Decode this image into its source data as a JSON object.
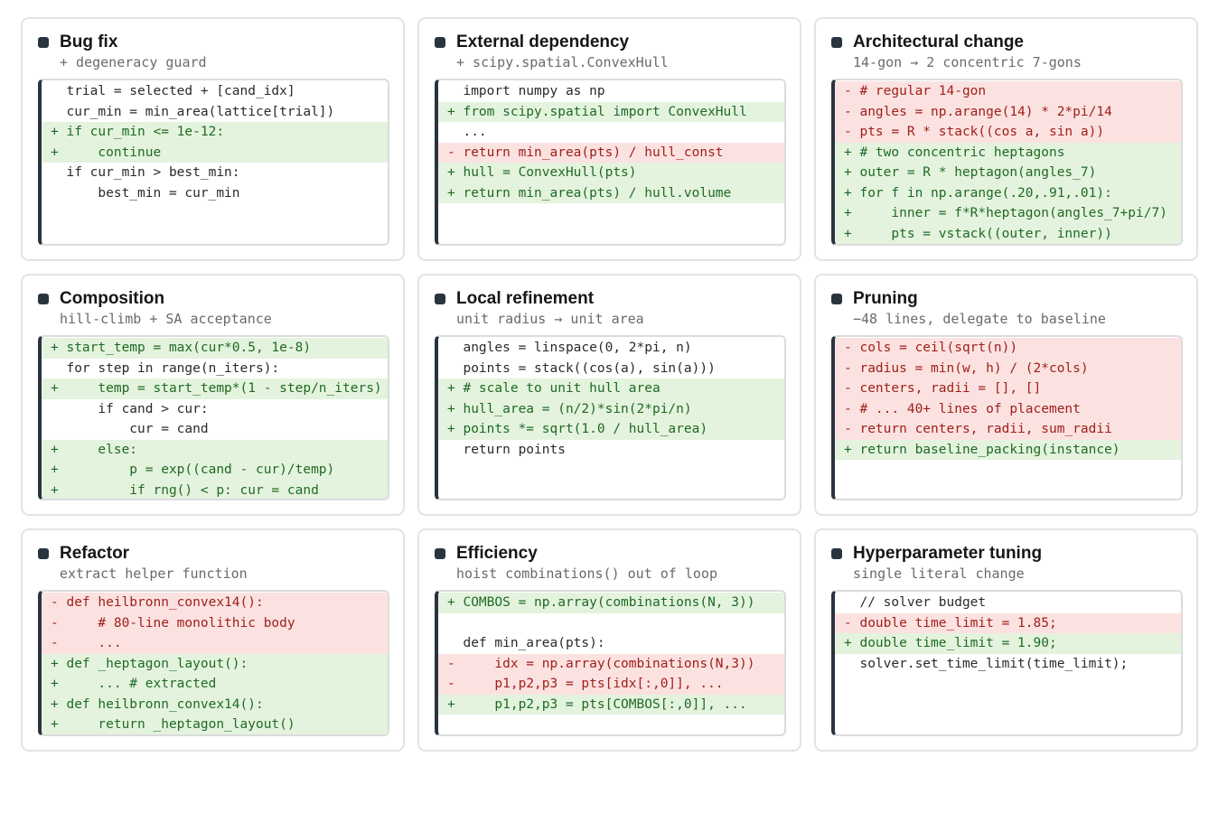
{
  "cards": [
    {
      "title": "Bug fix",
      "subtitle": "+ degeneracy guard",
      "lines": [
        {
          "t": "ctx",
          "text": "  trial = selected + [cand_idx]"
        },
        {
          "t": "ctx",
          "text": "  cur_min = min_area(lattice[trial])"
        },
        {
          "t": "add",
          "text": "+ if cur_min <= 1e-12:"
        },
        {
          "t": "add",
          "text": "+     continue"
        },
        {
          "t": "ctx",
          "text": "  if cur_min > best_min:"
        },
        {
          "t": "ctx",
          "text": "      best_min = cur_min"
        }
      ]
    },
    {
      "title": "External dependency",
      "subtitle": "+ scipy.spatial.ConvexHull",
      "lines": [
        {
          "t": "ctx",
          "text": "  import numpy as np"
        },
        {
          "t": "add",
          "text": "+ from scipy.spatial import ConvexHull"
        },
        {
          "t": "ctx",
          "text": "  ..."
        },
        {
          "t": "del",
          "text": "- return min_area(pts) / hull_const"
        },
        {
          "t": "add",
          "text": "+ hull = ConvexHull(pts)"
        },
        {
          "t": "add",
          "text": "+ return min_area(pts) / hull.volume"
        }
      ]
    },
    {
      "title": "Architectural change",
      "subtitle": "14-gon → 2 concentric 7-gons",
      "lines": [
        {
          "t": "del",
          "text": "- # regular 14-gon"
        },
        {
          "t": "del",
          "text": "- angles = np.arange(14) * 2*pi/14"
        },
        {
          "t": "del",
          "text": "- pts = R * stack((cos a, sin a))"
        },
        {
          "t": "add",
          "text": "+ # two concentric heptagons"
        },
        {
          "t": "add",
          "text": "+ outer = R * heptagon(angles_7)"
        },
        {
          "t": "add",
          "text": "+ for f in np.arange(.20,.91,.01):"
        },
        {
          "t": "add",
          "text": "+     inner = f*R*heptagon(angles_7+pi/7)"
        },
        {
          "t": "add",
          "text": "+     pts = vstack((outer, inner))"
        }
      ]
    },
    {
      "title": "Composition",
      "subtitle": "hill-climb + SA acceptance",
      "lines": [
        {
          "t": "add",
          "text": "+ start_temp = max(cur*0.5, 1e-8)"
        },
        {
          "t": "ctx",
          "text": "  for step in range(n_iters):"
        },
        {
          "t": "add",
          "text": "+     temp = start_temp*(1 - step/n_iters)"
        },
        {
          "t": "ctx",
          "text": "      if cand > cur:"
        },
        {
          "t": "ctx",
          "text": "          cur = cand"
        },
        {
          "t": "add",
          "text": "+     else:"
        },
        {
          "t": "add",
          "text": "+         p = exp((cand - cur)/temp)"
        },
        {
          "t": "add",
          "text": "+         if rng() < p: cur = cand"
        }
      ]
    },
    {
      "title": "Local refinement",
      "subtitle": "unit radius → unit area",
      "lines": [
        {
          "t": "ctx",
          "text": "  angles = linspace(0, 2*pi, n)"
        },
        {
          "t": "ctx",
          "text": "  points = stack((cos(a), sin(a)))"
        },
        {
          "t": "add",
          "text": "+ # scale to unit hull area"
        },
        {
          "t": "add",
          "text": "+ hull_area = (n/2)*sin(2*pi/n)"
        },
        {
          "t": "add",
          "text": "+ points *= sqrt(1.0 / hull_area)"
        },
        {
          "t": "ctx",
          "text": "  return points"
        }
      ]
    },
    {
      "title": "Pruning",
      "subtitle": "−48 lines, delegate to baseline",
      "lines": [
        {
          "t": "del",
          "text": "- cols = ceil(sqrt(n))"
        },
        {
          "t": "del",
          "text": "- radius = min(w, h) / (2*cols)"
        },
        {
          "t": "del",
          "text": "- centers, radii = [], []"
        },
        {
          "t": "del",
          "text": "- # ... 40+ lines of placement"
        },
        {
          "t": "del",
          "text": "- return centers, radii, sum_radii"
        },
        {
          "t": "add",
          "text": "+ return baseline_packing(instance)"
        }
      ]
    },
    {
      "title": "Refactor",
      "subtitle": "extract helper function",
      "lines": [
        {
          "t": "del",
          "text": "- def heilbronn_convex14():"
        },
        {
          "t": "del",
          "text": "-     # 80-line monolithic body"
        },
        {
          "t": "del",
          "text": "-     ..."
        },
        {
          "t": "add",
          "text": "+ def _heptagon_layout():"
        },
        {
          "t": "add",
          "text": "+     ... # extracted"
        },
        {
          "t": "add",
          "text": "+ def heilbronn_convex14():"
        },
        {
          "t": "add",
          "text": "+     return _heptagon_layout()"
        }
      ]
    },
    {
      "title": "Efficiency",
      "subtitle": "hoist combinations() out of loop",
      "lines": [
        {
          "t": "add",
          "text": "+ COMBOS = np.array(combinations(N, 3))"
        },
        {
          "t": "ctx",
          "text": ""
        },
        {
          "t": "ctx",
          "text": "  def min_area(pts):"
        },
        {
          "t": "del",
          "text": "-     idx = np.array(combinations(N,3))"
        },
        {
          "t": "del",
          "text": "-     p1,p2,p3 = pts[idx[:,0]], ..."
        },
        {
          "t": "add",
          "text": "+     p1,p2,p3 = pts[COMBOS[:,0]], ..."
        }
      ]
    },
    {
      "title": "Hyperparameter tuning",
      "subtitle": "single literal change",
      "lines": [
        {
          "t": "ctx",
          "text": "  // solver budget"
        },
        {
          "t": "del",
          "text": "- double time_limit = 1.85;"
        },
        {
          "t": "add",
          "text": "+ double time_limit = 1.90;"
        },
        {
          "t": "ctx",
          "text": "  solver.set_time_limit(time_limit);"
        }
      ]
    }
  ]
}
